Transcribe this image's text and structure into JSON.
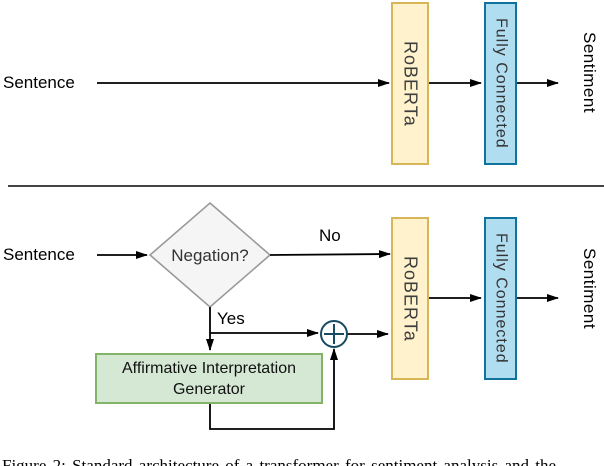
{
  "figure": {
    "caption": "Figure 2: Standard architecture of a transformer for sentiment analysis and the"
  },
  "top_flow": {
    "input_label": "Sentence",
    "roberta_label": "RoBERTa",
    "fc_label": "Fully Connected",
    "output_label": "Sentiment"
  },
  "bottom_flow": {
    "input_label": "Sentence",
    "decision_label": "Negation?",
    "no_label": "No",
    "yes_label": "Yes",
    "generator_line1": "Affirmative Interpretation",
    "generator_line2": "Generator",
    "concat_symbol": "+",
    "roberta_label": "RoBERTa",
    "fc_label": "Fully Connected",
    "output_label": "Sentiment"
  },
  "colors": {
    "roberta_fill": "#FFF2CC",
    "roberta_border": "#D6B656",
    "fc_fill": "#B1DDF0",
    "fc_border": "#10739E",
    "generator_fill": "#D5E8D4",
    "generator_border": "#82B366",
    "diamond_fill": "#F5F5F5",
    "diamond_border": "#999999",
    "concat_circle": "#174A63",
    "connector": "#000000",
    "divider": "#444444"
  }
}
